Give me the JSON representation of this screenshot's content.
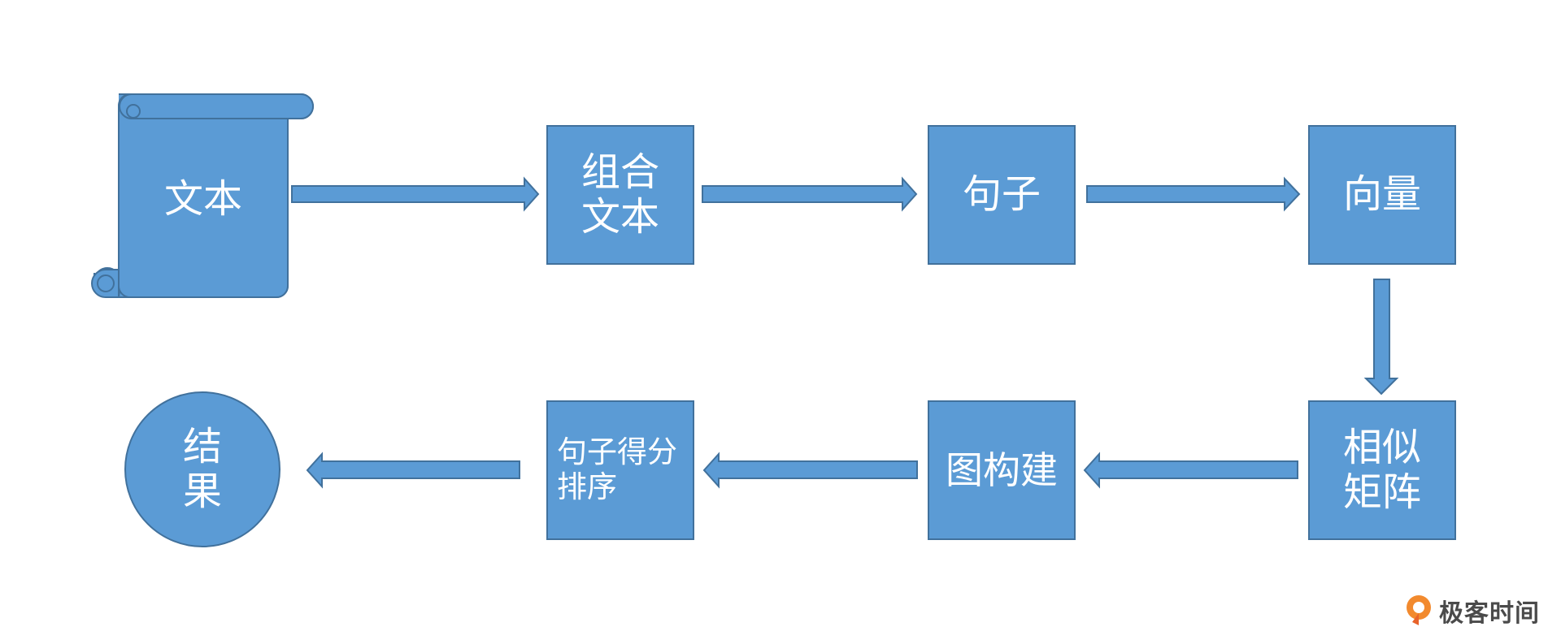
{
  "nodes": {
    "text": "文本",
    "combine": "组合\n文本",
    "sentence": "句子",
    "vector": "向量",
    "similarity": "相似\n矩阵",
    "graph": "图构建",
    "ranking": "句子得分\n排序",
    "result": "结\n果"
  },
  "brand": {
    "name": "极客时间",
    "icon": "geektime-logo-icon"
  },
  "colors": {
    "fill": "#5b9bd5",
    "stroke": "#41719c",
    "text": "#ffffff"
  }
}
